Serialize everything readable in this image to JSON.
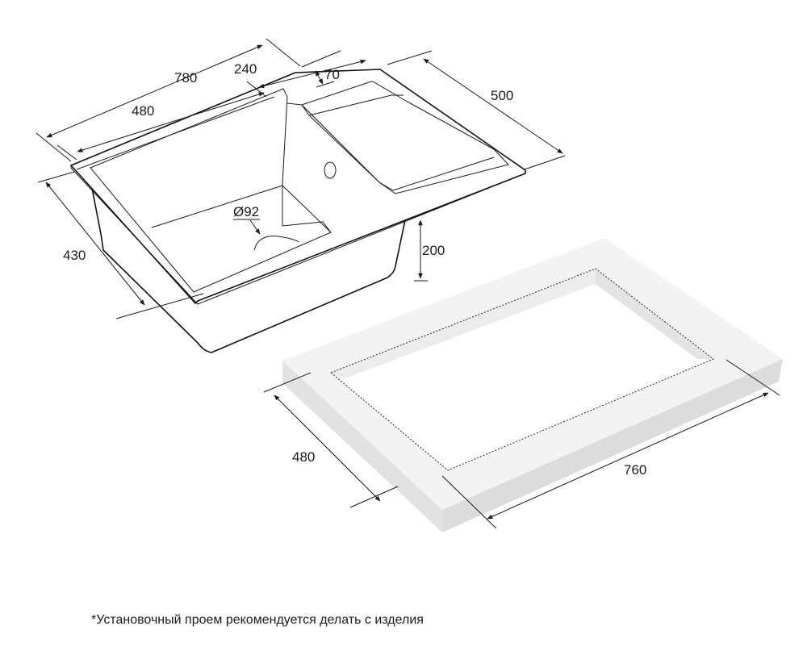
{
  "sink_drawing": {
    "dimensions": {
      "overall_length": "780",
      "bowl_length": "480",
      "drainer_length": "240",
      "rim_offset": "70",
      "overall_depth": "500",
      "bowl_depth": "430",
      "bowl_height": "200",
      "drain_diameter": "Ø92"
    }
  },
  "cutout_drawing": {
    "dimensions": {
      "cutout_depth": "480",
      "cutout_length": "760"
    }
  },
  "footnote": "*Установочный проем рекомендуется делать с изделия",
  "colors": {
    "line": "#1a1a1a",
    "countertop_top": "#f2f2f2",
    "countertop_side": "#dcdcdc",
    "background": "#ffffff"
  }
}
